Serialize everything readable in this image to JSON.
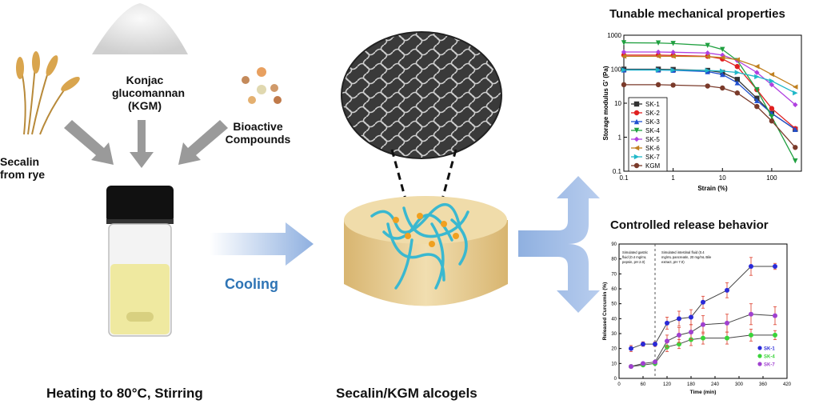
{
  "inputs": {
    "konjac": "Konjac glucomannan (KGM)",
    "bioactive": "Bioactive Compounds",
    "secalin": "Secalin from rye"
  },
  "process": {
    "cooling": "Cooling"
  },
  "captions": {
    "left": "Heating to 80°C, Stirring",
    "center": "Secalin/KGM alcogels"
  },
  "colors": {
    "arrow_blue": "#8fb0e0",
    "cooling_text": "#2e74b5"
  },
  "chart_data": [
    {
      "type": "line",
      "title": "Tunable mechanical properties",
      "xlabel": "Strain (%)",
      "ylabel": "Storage modulus G' (Pa)",
      "x_scale": "log",
      "y_scale": "log",
      "xlim": [
        0.1,
        400
      ],
      "ylim": [
        0.1,
        1000
      ],
      "xticks": [
        "0.1",
        "1",
        "10",
        "100"
      ],
      "yticks": [
        "0.1",
        "1",
        "10",
        "100",
        "1000"
      ],
      "legend_position": "left-middle",
      "x": [
        0.1,
        0.5,
        1,
        5,
        10,
        20,
        50,
        100,
        300
      ],
      "series": [
        {
          "name": "SK-1",
          "color": "#333333",
          "marker": "square",
          "values": [
            100,
            100,
            98,
            92,
            80,
            50,
            14,
            5,
            1.7
          ]
        },
        {
          "name": "SK-2",
          "color": "#e02020",
          "marker": "circle",
          "values": [
            260,
            260,
            255,
            240,
            200,
            120,
            25,
            7,
            1.8
          ]
        },
        {
          "name": "SK-3",
          "color": "#2050d0",
          "marker": "triangle",
          "values": [
            95,
            95,
            93,
            85,
            70,
            40,
            12,
            5,
            1.7
          ]
        },
        {
          "name": "SK-4",
          "color": "#20a040",
          "marker": "triangle-down",
          "values": [
            600,
            590,
            570,
            500,
            380,
            180,
            25,
            4,
            0.2
          ]
        },
        {
          "name": "SK-5",
          "color": "#b040e0",
          "marker": "diamond",
          "values": [
            320,
            320,
            315,
            300,
            260,
            180,
            80,
            35,
            9
          ]
        },
        {
          "name": "SK-6",
          "color": "#c08020",
          "marker": "triangle-left",
          "values": [
            240,
            240,
            240,
            235,
            220,
            190,
            120,
            70,
            30
          ]
        },
        {
          "name": "SK-7",
          "color": "#20b8c8",
          "marker": "triangle-right",
          "values": [
            95,
            95,
            94,
            92,
            88,
            80,
            60,
            45,
            20
          ]
        },
        {
          "name": "KGM",
          "color": "#7a3a2a",
          "marker": "circle",
          "values": [
            35,
            35,
            34,
            32,
            28,
            20,
            8,
            3,
            0.5
          ]
        }
      ]
    },
    {
      "type": "line",
      "title": "Controlled release behavior",
      "xlabel": "Time (min)",
      "ylabel": "Released Curcumin (%)",
      "xlim": [
        0,
        420
      ],
      "ylim": [
        0,
        90
      ],
      "xticks": [
        "0",
        "60",
        "120",
        "180",
        "240",
        "300",
        "360",
        "420"
      ],
      "yticks": [
        "0",
        "10",
        "20",
        "30",
        "40",
        "50",
        "60",
        "70",
        "80",
        "90"
      ],
      "divider_x": 90,
      "annotations": [
        "Simulated gastric fluid (0.4 mg/mL pepsin, pH 2.0)",
        "Simulated intestinal fluid (0.4 mg/mL pancreatin, 20 mg/mL Bile extract, pH 7.0)"
      ],
      "legend_position": "bottom-right",
      "x": [
        30,
        60,
        90,
        120,
        150,
        180,
        210,
        270,
        330,
        390
      ],
      "series": [
        {
          "name": "SK-1",
          "color": "#2a2ad8",
          "values": [
            20,
            23,
            23,
            37,
            40,
            41,
            51,
            59,
            75,
            75
          ],
          "error": [
            2,
            1.5,
            1.5,
            4,
            5,
            5,
            4,
            5,
            6,
            2
          ]
        },
        {
          "name": "SK-4",
          "color": "#3ad43a",
          "values": [
            8,
            9,
            10,
            21,
            23,
            26,
            27,
            27,
            29,
            29
          ],
          "error": [
            1,
            1,
            1,
            3,
            3,
            4,
            4,
            4,
            4,
            3
          ]
        },
        {
          "name": "SK-7",
          "color": "#a040d0",
          "values": [
            8,
            10,
            11,
            25,
            29,
            31,
            36,
            37,
            43,
            42
          ],
          "error": [
            1,
            1,
            1,
            4,
            5,
            5,
            6,
            6,
            7,
            6
          ]
        }
      ]
    }
  ]
}
